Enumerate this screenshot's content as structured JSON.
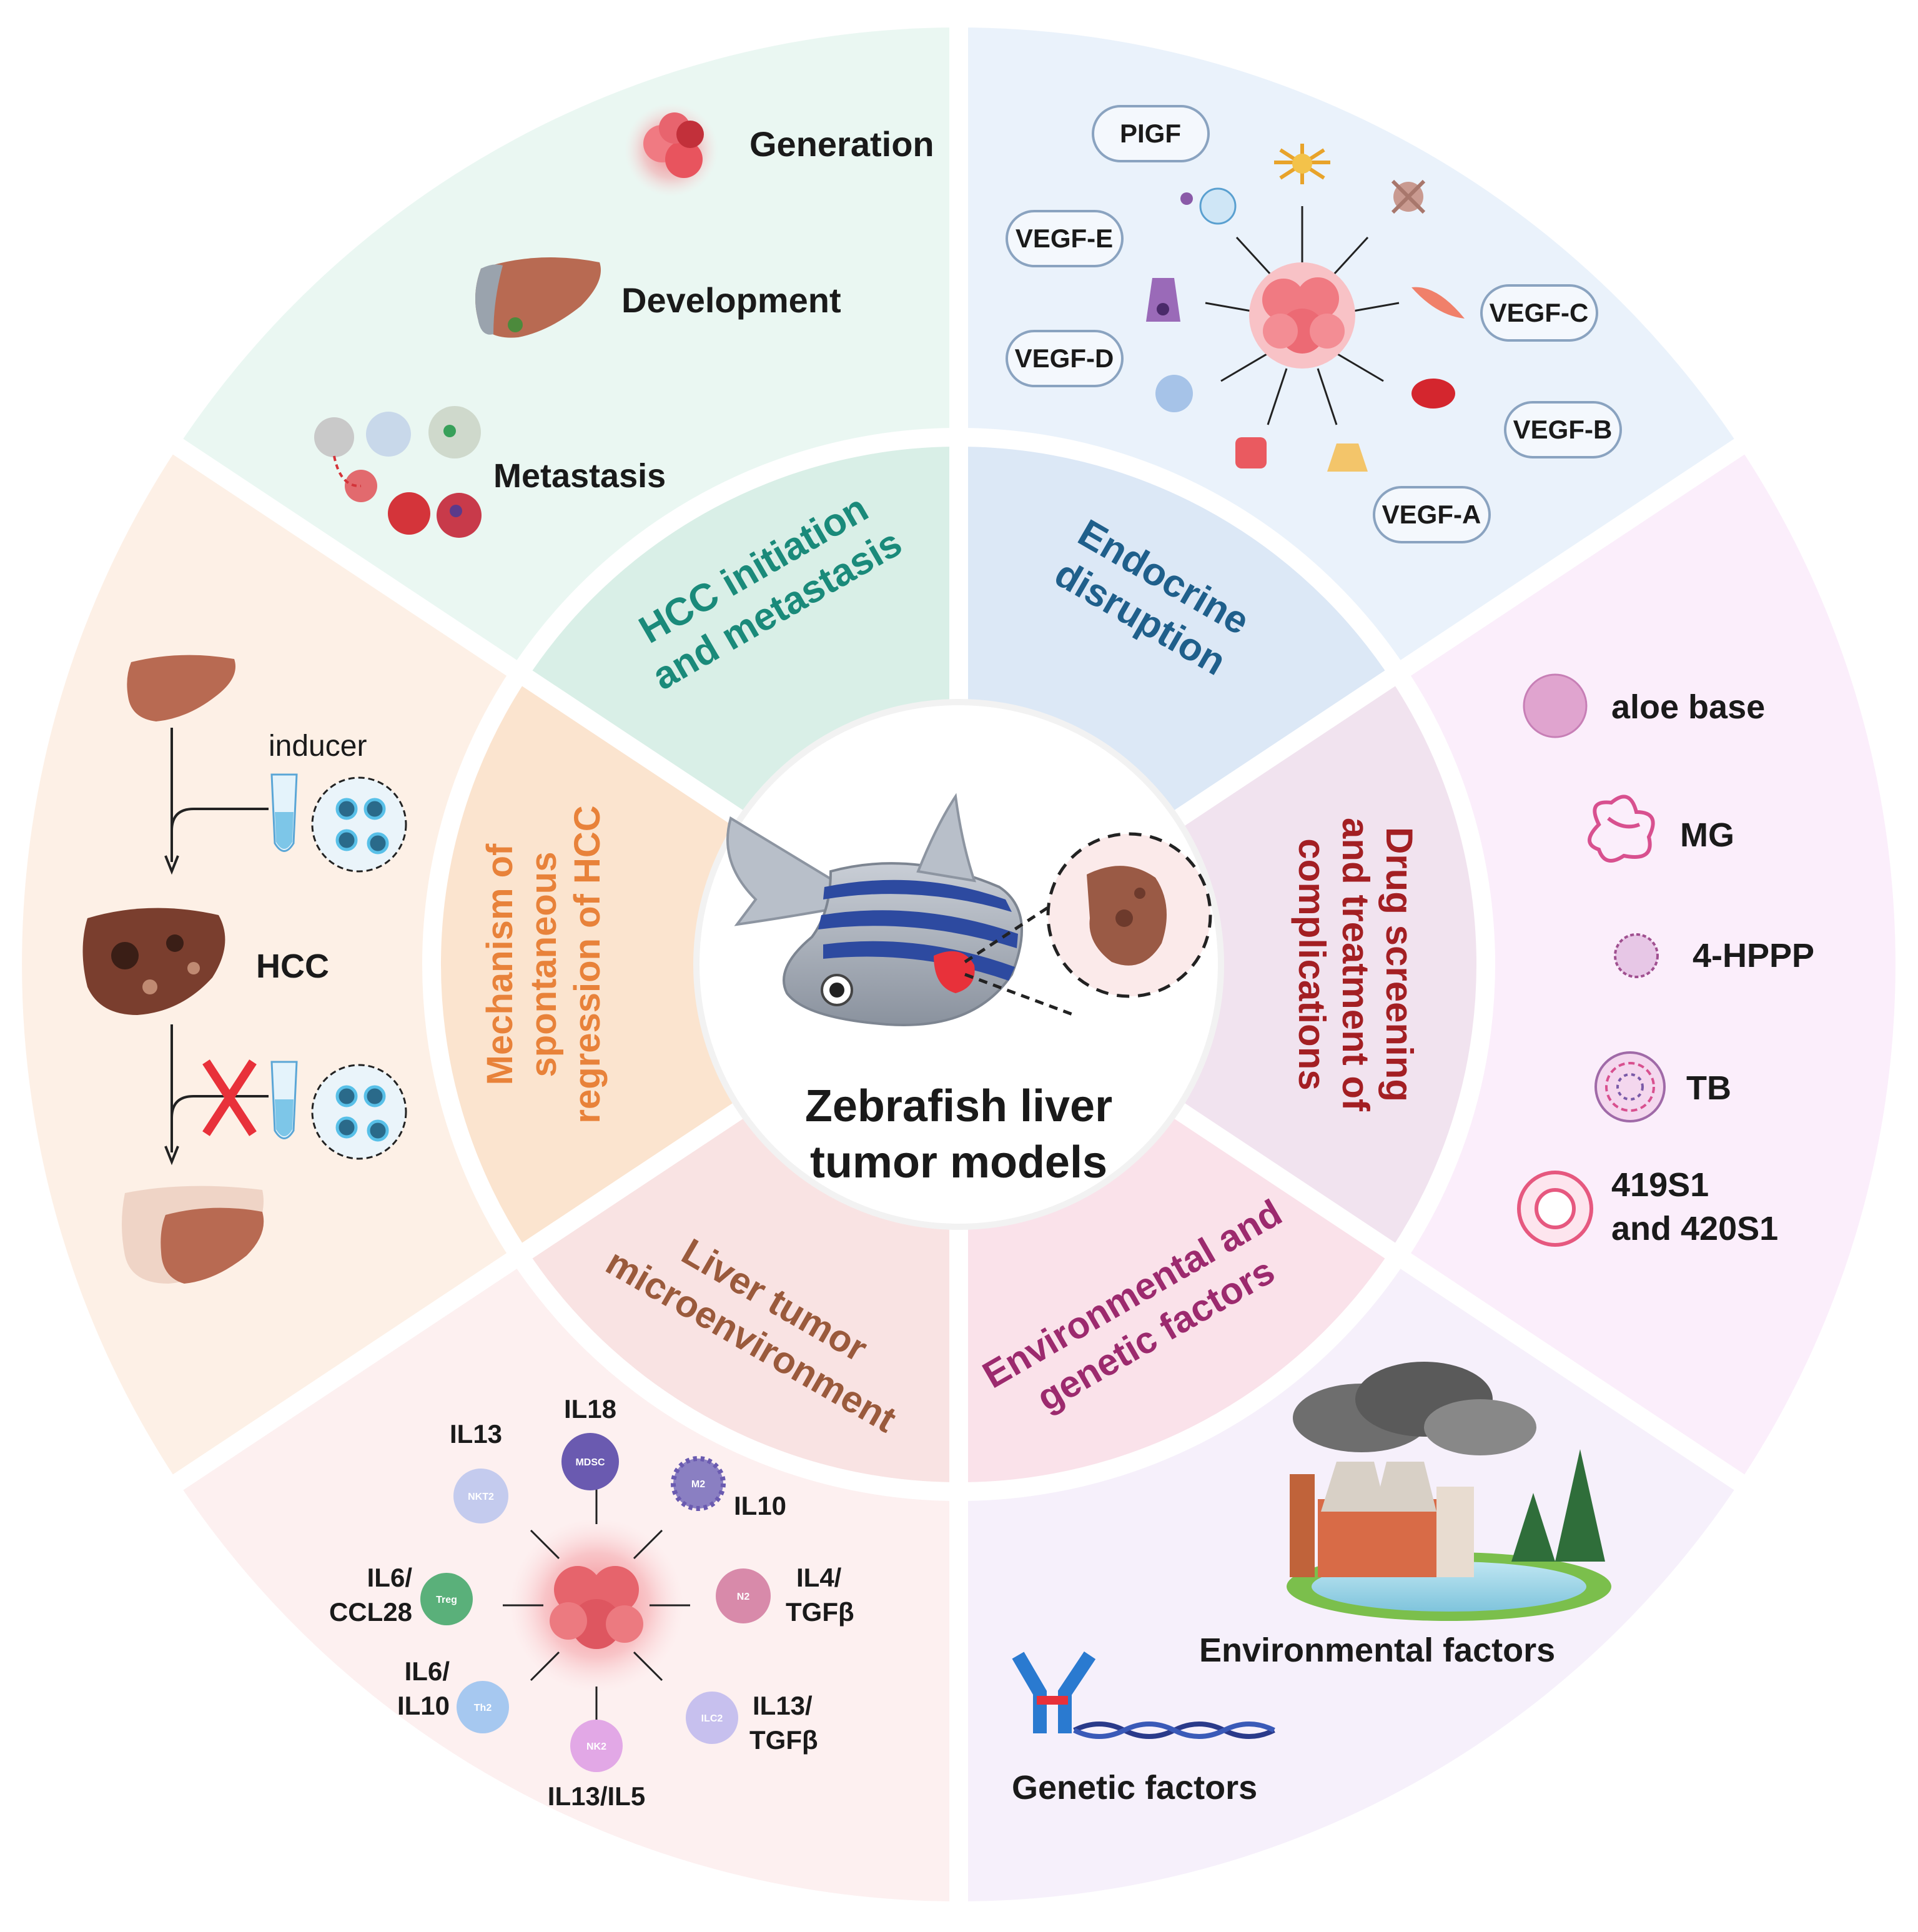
{
  "center": {
    "title_line1": "Zebrafish liver",
    "title_line2": "tumor models"
  },
  "sectors": {
    "hcc_initiation": {
      "line1": "HCC initiation",
      "line2": "and metastasis",
      "color": "#1a8a7a",
      "items": {
        "generation": "Generation",
        "development": "Development",
        "metastasis": "Metastasis"
      }
    },
    "endocrine": {
      "line1": "Endocrine",
      "line2": "disruption",
      "color": "#1f5f8b",
      "factors": [
        "PIGF",
        "VEGF-E",
        "VEGF-D",
        "VEGF-C",
        "VEGF-B",
        "VEGF-A"
      ]
    },
    "drug": {
      "line1": "Drug screening",
      "line2": "and treatment of",
      "line3": "complications",
      "color": "#a31f23",
      "items": {
        "aloe": "aloe base",
        "mg": "MG",
        "hppp": "4-HPPP",
        "tb": "TB",
        "s1_line1": "419S1",
        "s1_line2": "and 420S1"
      }
    },
    "environmental": {
      "line1": "Environmental and",
      "line2": "genetic factors",
      "color": "#9c2a6e",
      "items": {
        "env": "Environmental factors",
        "gen": "Genetic factors"
      }
    },
    "microenvironment": {
      "line1": "Liver tumor",
      "line2": "microenvironment",
      "color": "#9a5a3c",
      "cells": {
        "nkt2": "NKT2",
        "mdsc": "MDSC",
        "m2": "M2",
        "n2": "N2",
        "ilc2": "ILC2",
        "nk2": "NK2",
        "th2": "Th2",
        "treg": "Treg"
      },
      "labels": {
        "il13": "IL13",
        "il18": "IL18",
        "il10": "IL10",
        "il4_1": "IL4/",
        "il4_2": "TGFβ",
        "il13tgf_1": "IL13/",
        "il13tgf_2": "TGFβ",
        "il13il5": "IL13/IL5",
        "il6il10_1": "IL6/",
        "il6il10_2": "IL10",
        "il6ccl_1": "IL6/",
        "il6ccl_2": "CCL28"
      }
    },
    "regression": {
      "line1": "Mechanism of",
      "line2": "spontaneous",
      "line3": "regression of HCC",
      "color": "#e8823a",
      "items": {
        "inducer": "inducer",
        "hcc": "HCC"
      }
    }
  },
  "colors": {
    "ring_green": "#eaf7f2",
    "ring_blue": "#eaf2fb",
    "ring_pink": "#fbeefb",
    "ring_peach": "#fdf0e6",
    "liver": "#b86a52",
    "tumor": "#e8646e"
  },
  "icons": [
    "tumor-cluster-icon",
    "liver-icon",
    "metastasis-cells-icon",
    "zebrafish-icon",
    "factory-icon",
    "antibody-dna-icon",
    "test-tube-icon"
  ]
}
